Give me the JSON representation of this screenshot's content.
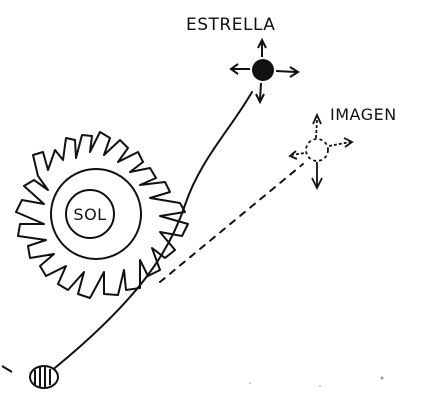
{
  "labels": {
    "star": "ESTRELLA",
    "image": "IMAGEN",
    "sun": "SOL"
  },
  "colors": {
    "ink": "#111111",
    "background": "#ffffff"
  },
  "icons": {
    "star": "filled-star-with-arrows",
    "apparent_image": "dashed-star-outline",
    "observer": "earth-observer"
  }
}
